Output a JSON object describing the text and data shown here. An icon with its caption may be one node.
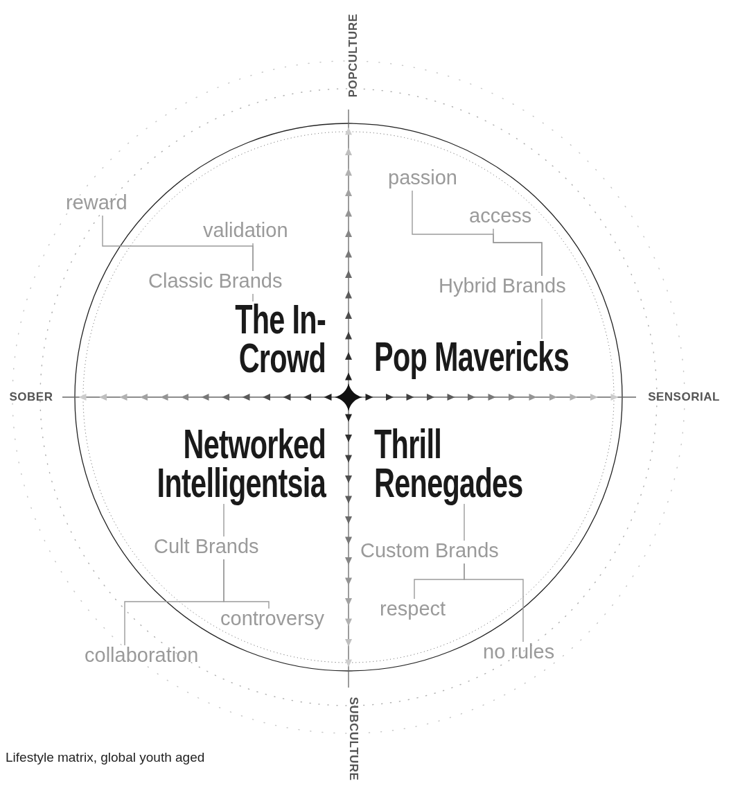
{
  "diagram": {
    "caption": "Lifestyle matrix, global youth aged",
    "nodes": [
      {
        "text": [
          "reward"
        ]
      },
      {
        "text": [
          "validation"
        ]
      },
      {
        "text": [
          "Classic Brands"
        ]
      },
      {
        "text": [
          "The In-Crowd"
        ]
      },
      {
        "text": [
          "passion"
        ]
      },
      {
        "text": [
          "access"
        ]
      },
      {
        "text": [
          "Hybrid Brands"
        ]
      },
      {
        "text": [
          "Pop Mavericks"
        ]
      },
      {
        "text": [
          "Networked Intelligentsia"
        ]
      },
      {
        "text": [
          "Cult Brands"
        ]
      },
      {
        "text": [
          "controversy"
        ]
      },
      {
        "text": [
          "collaboration"
        ]
      },
      {
        "text": [
          "Thrill Renegades"
        ]
      },
      {
        "text": [
          "Custom Brands"
        ]
      },
      {
        "text": [
          "respect"
        ]
      },
      {
        "text": [
          "no rules"
        ]
      }
    ],
    "edges": [
      {
        "from": 0,
        "to": 2,
        "arrow": "none"
      },
      {
        "from": 1,
        "to": 2,
        "arrow": "none"
      },
      {
        "from": 2,
        "to": 3,
        "arrow": "none"
      },
      {
        "from": 4,
        "to": 6,
        "arrow": "none"
      },
      {
        "from": 5,
        "to": 6,
        "arrow": "none"
      },
      {
        "from": 6,
        "to": 7,
        "arrow": "none"
      },
      {
        "from": 8,
        "to": 9,
        "arrow": "none"
      },
      {
        "from": 9,
        "to": 10,
        "arrow": "none"
      },
      {
        "from": 9,
        "to": 11,
        "arrow": "none"
      },
      {
        "from": 12,
        "to": 13,
        "arrow": "none"
      },
      {
        "from": 13,
        "to": 14,
        "arrow": "none"
      },
      {
        "from": 13,
        "to": 15,
        "arrow": "none"
      }
    ],
    "labels": [
      "POPCULTURE",
      "SOBER",
      "SENSORIAL",
      "SUBCULTURE"
    ]
  }
}
